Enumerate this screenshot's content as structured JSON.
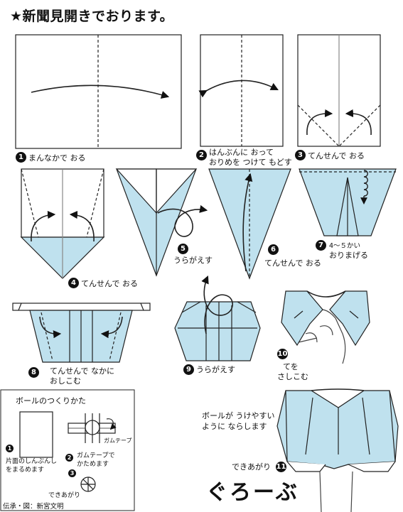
{
  "title": "★新聞見開きでおります。",
  "product_name": "ぐろーぶ",
  "credit": "伝承・図：新宮文明",
  "colors": {
    "paper_fill": "#bfe1ee",
    "line": "#222222",
    "background": "#ffffff"
  },
  "steps": [
    {
      "number": "1",
      "text": "まんなかで おる"
    },
    {
      "number": "2",
      "text_line1": "はんぶんに おって",
      "text_line2": "おりめを つけて もどす"
    },
    {
      "number": "3",
      "text": "てんせんで おる"
    },
    {
      "number": "4",
      "text": "てんせんで おる"
    },
    {
      "number": "5",
      "text": "うらがえす"
    },
    {
      "number": "6",
      "text": "てんせんで おる"
    },
    {
      "number": "7",
      "text_line1": "4〜５かい",
      "text_line2": "おりまげる"
    },
    {
      "number": "8",
      "text_line1": "てんせんで なかに",
      "text_line2": "おしこむ"
    },
    {
      "number": "9",
      "text": "うらがえす"
    },
    {
      "number": "10",
      "text_line1": "てを",
      "text_line2": "さしこむ"
    },
    {
      "number": "11",
      "text": "できあがり",
      "note_line1": "ボールが うけやすい",
      "note_line2": "ように ならします"
    }
  ],
  "ball_box": {
    "title": "ボールのつくりかた",
    "steps": [
      {
        "number": "1",
        "text_line1": "片面のしんぶんし",
        "text_line2": "をまるめます"
      },
      {
        "number": "2",
        "text_line1": "ガムテープで",
        "text_line2": "かためます",
        "tape_label": "ガムテープ"
      },
      {
        "number": "3",
        "text": "できあがり"
      }
    ]
  }
}
